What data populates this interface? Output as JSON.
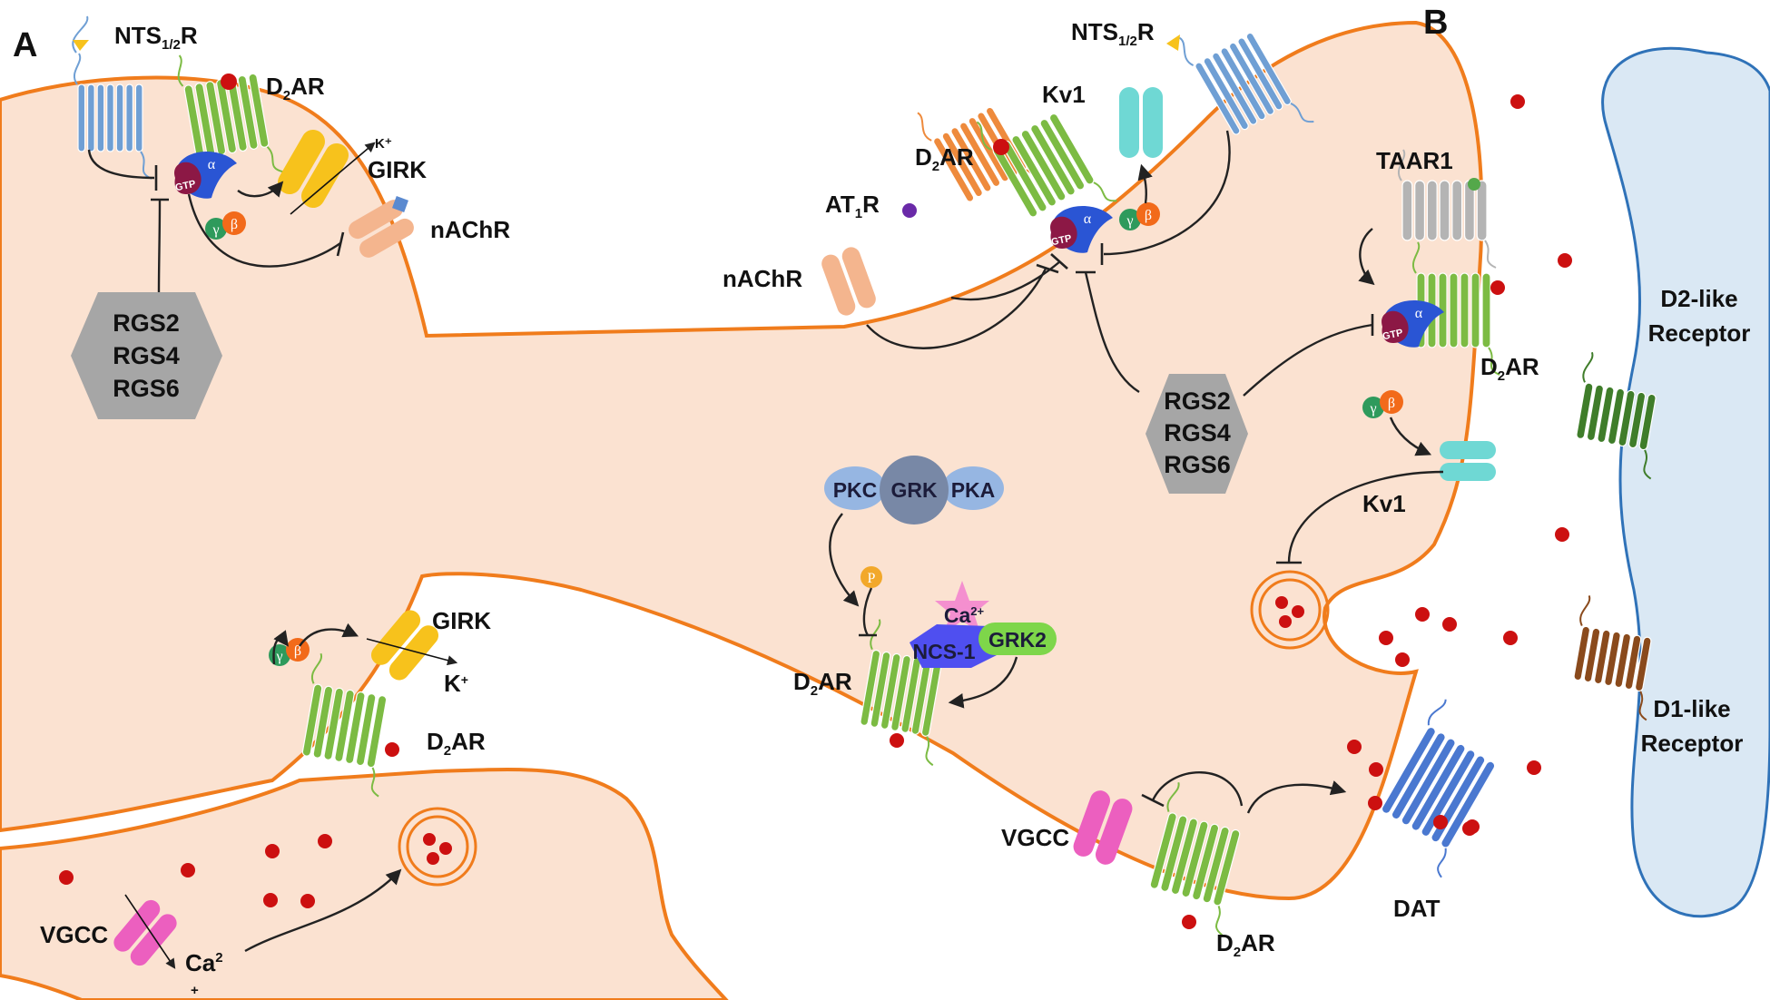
{
  "panels": {
    "a": "A",
    "b": "B"
  },
  "labels": {
    "nts_left": "NTS",
    "nts_left_sub": "1/2",
    "nts_left_r": "R",
    "d2ar_tl": "D",
    "d2ar_tl_sub": "2",
    "d2ar_tl_r": "AR",
    "kplus_top": "K⁺",
    "girk_top": "GIRK",
    "nachr_left": "nAChR",
    "girk_lower": "GIRK",
    "kplus_lower": "K",
    "kplus_lower_sup": "+",
    "d2ar_lower_left": "D",
    "d2ar_lower_left_sub": "2",
    "d2ar_lower_left_r": "AR",
    "vgcc_left": "VGCC",
    "ca_left": "Ca",
    "ca_left_sup": "2",
    "ca_left_plus": "+",
    "nts_right": "NTS",
    "nts_right_sub": "1/2",
    "nts_right_r": "R",
    "kv1_top": "Kv1",
    "d2ar_top_mid": "D",
    "d2ar_top_mid_sub": "2",
    "d2ar_top_mid_r": "AR",
    "at1r": "AT",
    "at1r_sub": "1",
    "at1r_r": "R",
    "nachr_mid": "nAChR",
    "taar1": "TAAR1",
    "d2ar_right": "D",
    "d2ar_right_sub": "2",
    "d2ar_right_r": "AR",
    "kv1_right": "Kv1",
    "pkc": "PKC",
    "grk": "GRK",
    "pka": "PKA",
    "p": "P",
    "ca_mid": "Ca",
    "ca_mid_sup": "2+",
    "ncs1": "NCS-1",
    "grk2": "GRK2",
    "d2ar_mid": "D",
    "d2ar_mid_sub": "2",
    "d2ar_mid_r": "AR",
    "vgcc_right": "VGCC",
    "d2ar_bottom": "D",
    "d2ar_bottom_sub": "2",
    "d2ar_bottom_r": "AR",
    "dat": "DAT",
    "d2_like_1": "D2-like",
    "d2_like_2": "Receptor",
    "d1_like_1": "D1-like",
    "d1_like_2": "Receptor",
    "alpha": "α",
    "beta": "β",
    "gamma": "γ",
    "gtp": "GTP"
  },
  "rgs_left": [
    "RGS2",
    "RGS4",
    "RGS6"
  ],
  "rgs_right": [
    "RGS2",
    "RGS4",
    "RGS6"
  ],
  "colors": {
    "cytoplasm": "#fbe2d1",
    "membrane": "#f07c1c",
    "postsynaptic": "#dae8f4",
    "postsynaptic_edge": "#2f72b8",
    "d2ar": "#7cbb43",
    "nts": "#6f9fd4",
    "girk": "#f7c21c",
    "nachr": "#f4b58e",
    "kv1": "#6fd8d4",
    "at1r": "#ee8a3c",
    "taar1": "#b4b4b4",
    "dat": "#4a78d0",
    "vgcc": "#ec5fbf",
    "d1_like": "#8a4a1c",
    "d2_like": "#3f7d2a",
    "galpha": "#2a55d4",
    "gtp": "#8c1845",
    "gbeta": "#f26a1a",
    "ggamma": "#2e9a5c",
    "dopamine": "#cc1010",
    "rgs": "#a6a6a6",
    "pkc_pka": "#96b6e2",
    "grk": "#7888a6",
    "ncs1": "#4f4ff0",
    "grk2": "#7ed64a",
    "ca_star": "#f48fcf"
  }
}
